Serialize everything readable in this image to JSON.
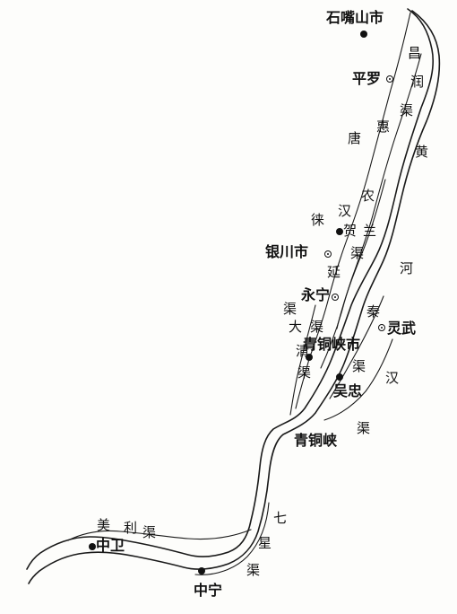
{
  "cities": {
    "shizuishan": "石嘴山市",
    "pingluo": "平罗",
    "yinchuan": "银川市",
    "yongning": "永宁",
    "lingwu": "灵武",
    "qingtongxia_city": "青铜峡市",
    "wuzhong": "吴忠",
    "qingtongxia_gorge": "青铜峡",
    "zhongwei": "中卫",
    "zhongning": "中宁"
  },
  "canals": {
    "changrun": [
      "昌",
      "润",
      "渠"
    ],
    "huinong": [
      "惠",
      "农"
    ],
    "tang": [
      "唐",
      "徕"
    ],
    "han": [
      "汉"
    ],
    "yan": [
      "延"
    ],
    "damin": [
      "大",
      "渠"
    ],
    "helan": [
      "贺",
      "兰",
      "渠"
    ],
    "qingshui": [
      "清",
      "渠"
    ],
    "qin": [
      "秦",
      "渠"
    ],
    "hanqu": [
      "汉",
      "渠"
    ],
    "meili": [
      "美",
      "利",
      "渠"
    ],
    "qixing": [
      "七",
      "星",
      "渠"
    ]
  },
  "river": [
    "黄",
    "河"
  ]
}
